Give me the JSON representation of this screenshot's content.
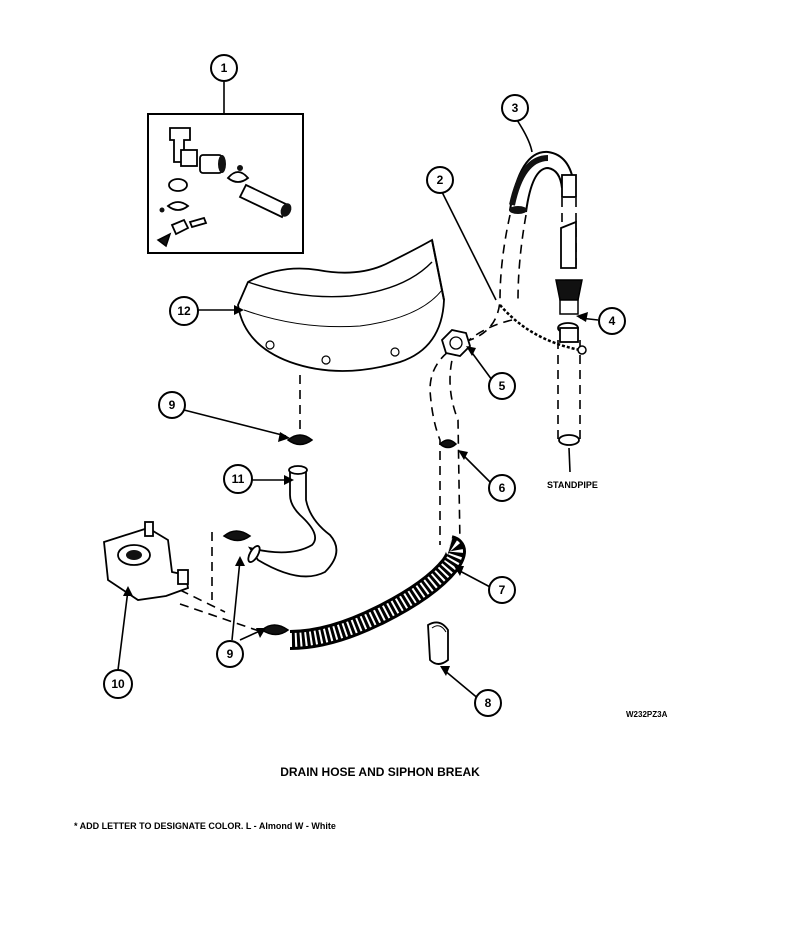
{
  "diagram": {
    "title": "DRAIN HOSE AND SIPHON BREAK",
    "footnote": "* ADD LETTER TO DESIGNATE COLOR.  L - Almond  W - White",
    "drawing_code": "W232PZ3A",
    "standpipe_label": "STANDPIPE",
    "callouts": [
      "1",
      "2",
      "3",
      "4",
      "5",
      "6",
      "7",
      "8",
      "9",
      "9",
      "10",
      "11",
      "12"
    ]
  }
}
